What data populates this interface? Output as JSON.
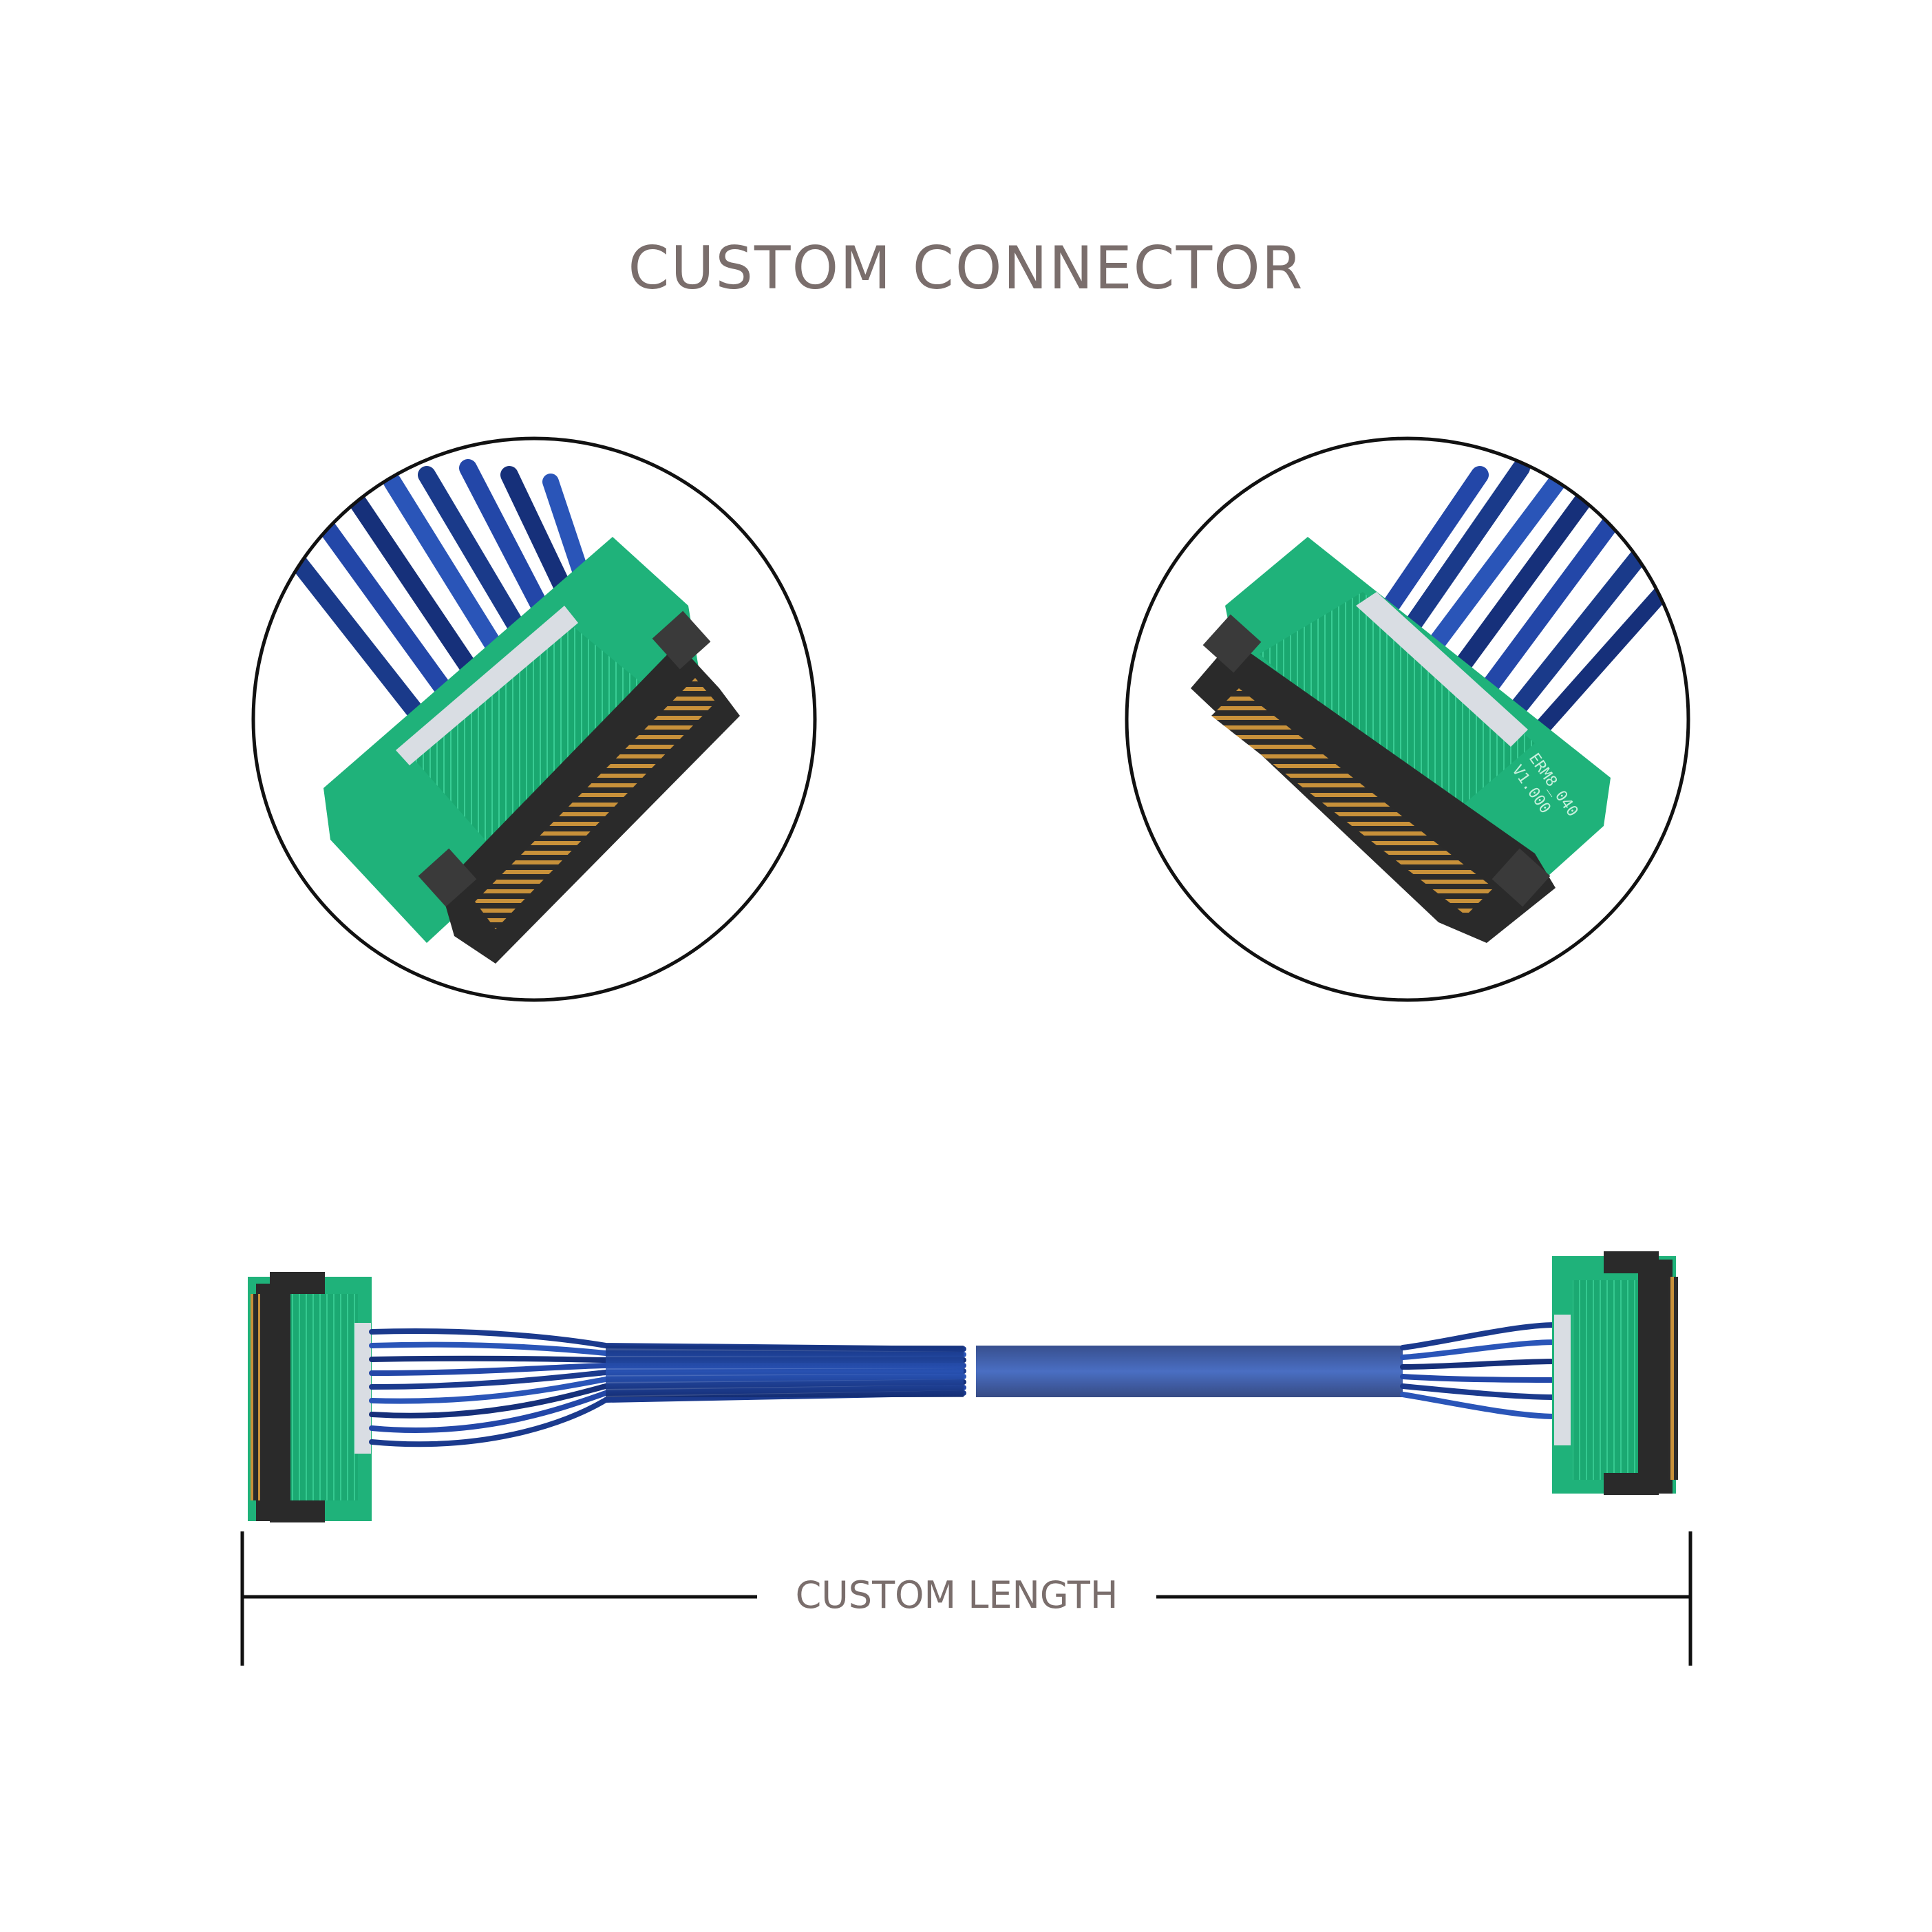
{
  "title": "CUSTOM CONNECTOR",
  "length_label": "CUSTOM LENGTH",
  "pcb_marking": {
    "line1": "ERM8_040",
    "line2": "V1.000"
  },
  "colors": {
    "text": "#7a6e6c",
    "pcb": "#1fb27a",
    "cable": "#1c3a8c",
    "connector_body": "#2a2a2a",
    "contacts": "#c8913a"
  }
}
